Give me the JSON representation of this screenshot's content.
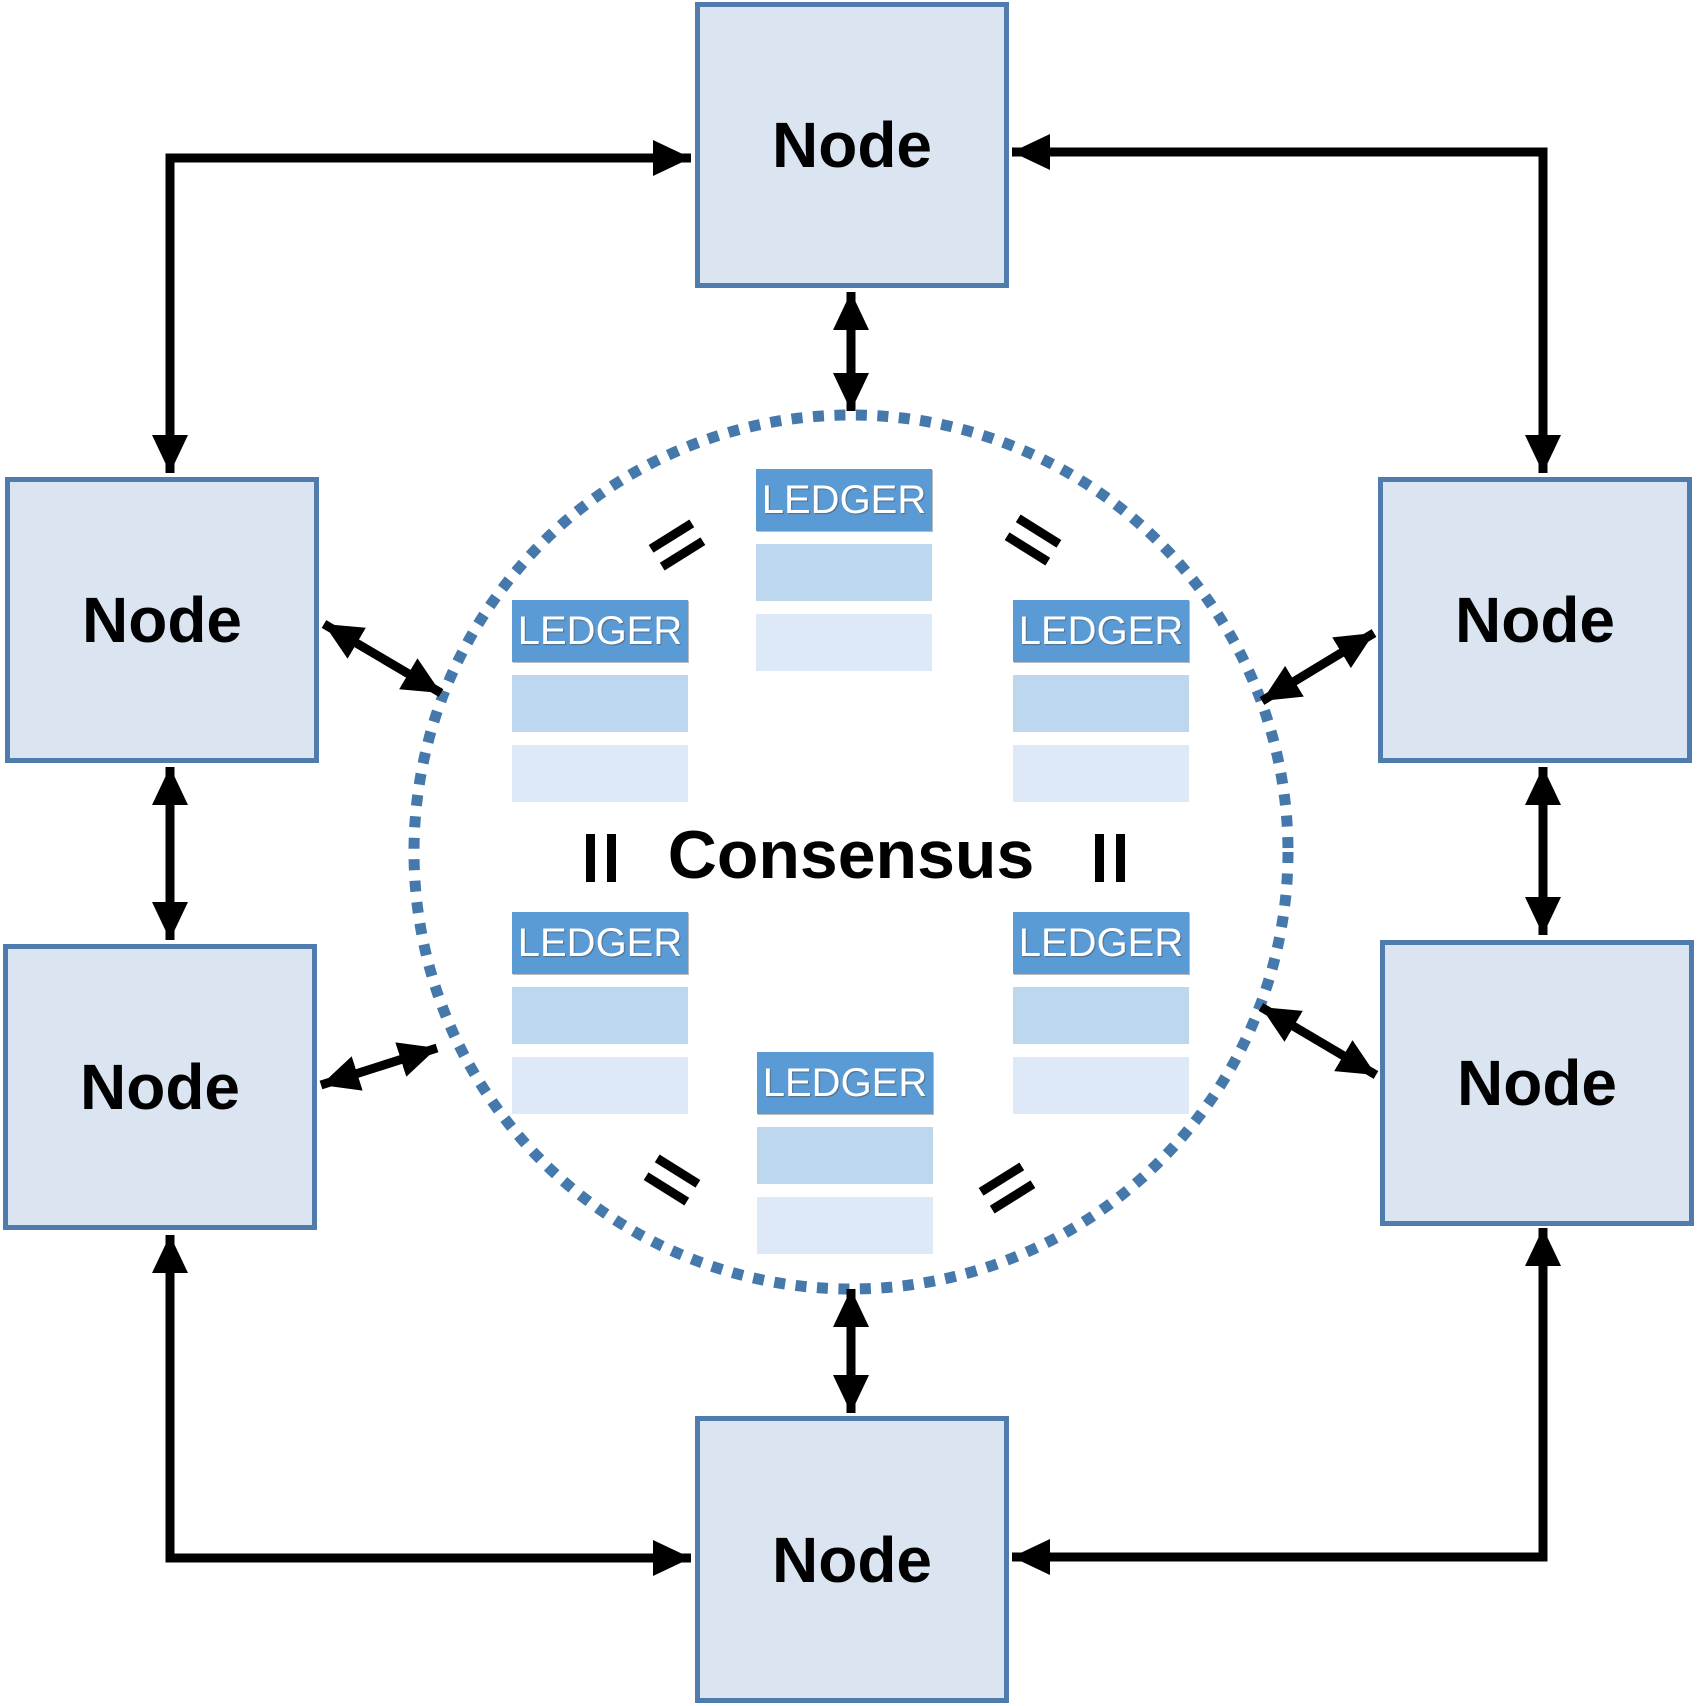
{
  "colors": {
    "node_fill": "#dbe5f1",
    "node_border": "#4f7cad",
    "ledger_header": "#5b9bd5",
    "ledger_row_1": "#bdd7ee",
    "ledger_row_2": "#dde9f6",
    "circle_dots": "#4578ab",
    "arrow_color": "#000000",
    "node_text": "#000000",
    "ledger_text": "#ffffff",
    "consensus_text": "#000000"
  },
  "center": {
    "label": "Consensus"
  },
  "nodes": [
    {
      "id": "top",
      "label": "Node"
    },
    {
      "id": "left-upper",
      "label": "Node"
    },
    {
      "id": "right-upper",
      "label": "Node"
    },
    {
      "id": "left-lower",
      "label": "Node"
    },
    {
      "id": "right-lower",
      "label": "Node"
    },
    {
      "id": "bottom",
      "label": "Node"
    }
  ],
  "ledgers": [
    {
      "id": "top-center",
      "label": "LEDGER"
    },
    {
      "id": "left",
      "label": "LEDGER"
    },
    {
      "id": "right",
      "label": "LEDGER"
    },
    {
      "id": "bottom-left",
      "label": "LEDGER"
    },
    {
      "id": "bottom-right",
      "label": "LEDGER"
    },
    {
      "id": "bottom-center",
      "label": "LEDGER"
    }
  ]
}
